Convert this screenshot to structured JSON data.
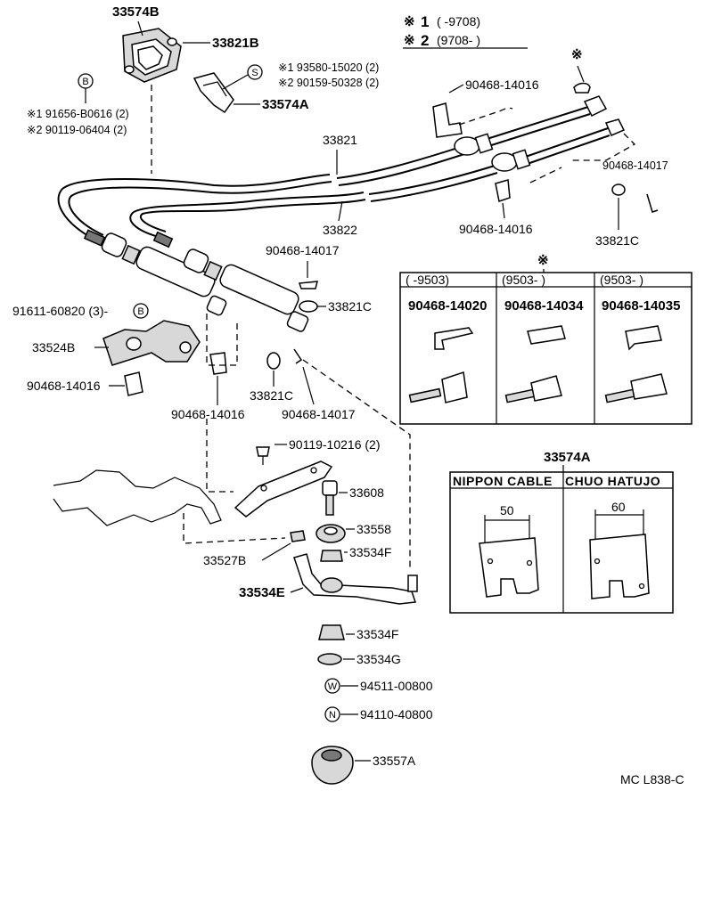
{
  "legend": {
    "mark": "※",
    "row1_num": "1",
    "row1_range": "(       -9708)",
    "row2_num": "2",
    "row2_range": "(9708-        )"
  },
  "labels": {
    "p33574B": "33574B",
    "p33821B": "33821B",
    "p33574A": "33574A",
    "s_1": "※1 93580-15020 (2)",
    "s_2": "※2 90159-50328 (2)",
    "b_1": "※1 91656-B0616 (2)",
    "b_2": "※2 90119-06404 (2)",
    "p90468_14016_top": "90468-14016",
    "p33821": "33821",
    "p33822": "33822",
    "p90468_14017_right": "90468-14017",
    "p90468_14016_mid": "90468-14016",
    "p33821C_right": "33821C",
    "p90468_14017_mid": "90468-14017",
    "p33821C_mid": "33821C",
    "p91611": "91611-60820 (3)-",
    "p33524B": "33524B",
    "p90468_14016_left": "90468-14016",
    "p33821C_low": "33821C",
    "p90468_14016_low": "90468-14016",
    "p90468_14017_low": "90468-14017",
    "p90119_10216": "90119-10216 (2)",
    "p33608": "33608",
    "p33558": "33558",
    "p33534F_a": "33534F",
    "p33527B": "33527B",
    "p33534E": "33534E",
    "p33534F_b": "33534F",
    "p33534G": "33534G",
    "p94511": "94511-00800",
    "p94110": "94110-40800",
    "p33557A": "33557A",
    "mark_top_right": "※",
    "mark_table": "※",
    "circ_B": "B",
    "circ_S": "S",
    "circ_W": "W",
    "circ_N": "N",
    "footer_code": "MC L838-C"
  },
  "clip_table": {
    "headers": [
      "(        -9503)",
      "(9503-        )",
      "(9503-        )"
    ],
    "parts": [
      "90468-14020",
      "90468-14034",
      "90468-14035"
    ]
  },
  "bracket_table": {
    "title": "33574A",
    "headers": [
      "NIPPON CABLE",
      "CHUO HATUJO"
    ],
    "dims": [
      "50",
      "60"
    ]
  }
}
